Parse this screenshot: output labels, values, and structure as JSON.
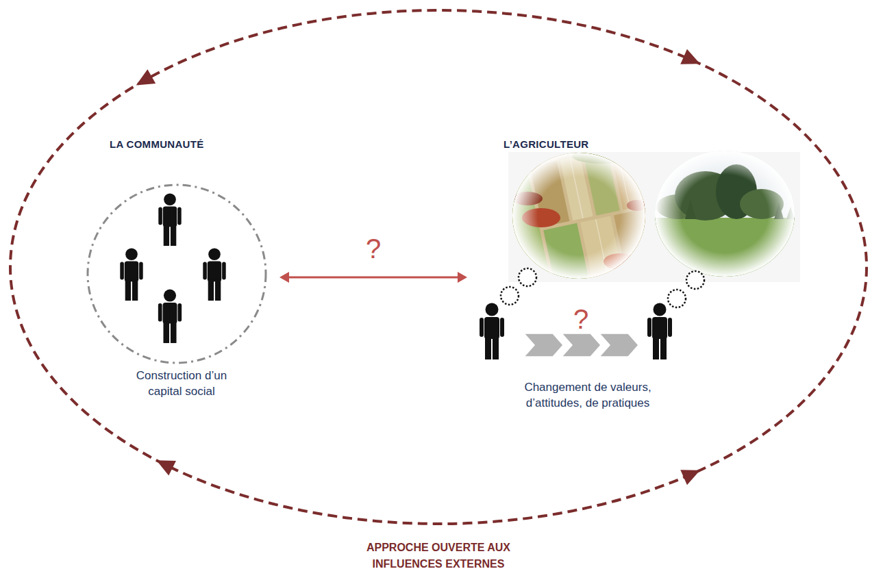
{
  "diagram": {
    "nodes": [
      {
        "text": [
          "LA COMMUNAUTÉ",
          "Construction d’un capital social"
        ]
      },
      {
        "text": [
          "L’AGRICULTEUR",
          "Changement de valeurs, d’attitudes, de pratiques"
        ]
      }
    ],
    "edges": [
      {
        "from": 0,
        "to": 1,
        "arrow": "both",
        "label": "?"
      }
    ],
    "labels": [
      "?",
      "APPROCHE OUVERTE AUX INFLUENCES EXTERNES"
    ]
  }
}
